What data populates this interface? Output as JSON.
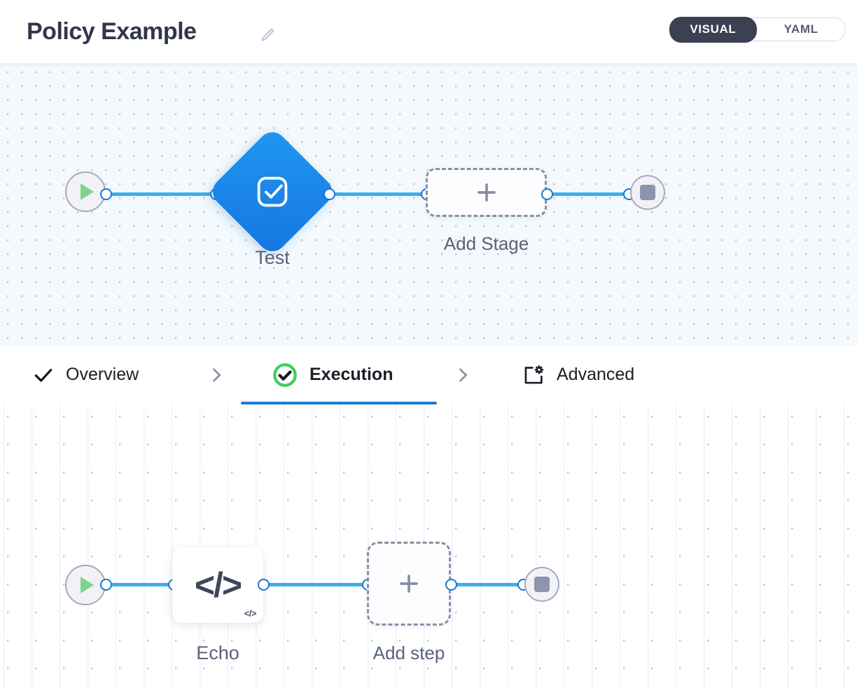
{
  "header": {
    "title": "Policy Example",
    "edit_icon": "pencil-icon",
    "mode_toggle": {
      "options": [
        {
          "label": "VISUAL",
          "active": true
        },
        {
          "label": "YAML",
          "active": false
        }
      ],
      "active_bg": "#3b4052",
      "active_text": "#ffffff"
    }
  },
  "stage_canvas": {
    "background": "#f3f9fc",
    "nodes": [
      {
        "name": "start",
        "type": "terminal-start",
        "icon": "play-icon",
        "label": ""
      },
      {
        "name": "Test",
        "type": "stage-diamond",
        "icon": "check-diamond-icon",
        "label": "Test",
        "color": "#1684e8"
      },
      {
        "name": "add-stage",
        "type": "add-placeholder",
        "icon": "plus-icon",
        "label": "Add Stage"
      },
      {
        "name": "end",
        "type": "terminal-end",
        "icon": "stop-icon",
        "label": ""
      }
    ],
    "edge_color": "#3aafec",
    "port_color": "#1878d4"
  },
  "tabs": [
    {
      "label": "Overview",
      "icon": "check-icon",
      "active": false,
      "status": "complete"
    },
    {
      "label": "Execution",
      "icon": "check-circle-icon",
      "active": true,
      "status": "complete",
      "status_color": "#3ecf62"
    },
    {
      "label": "Advanced",
      "icon": "settings-card-icon",
      "active": false,
      "status": "none"
    }
  ],
  "tab_separator_icon": "chevron-right-icon",
  "step_canvas": {
    "background": "#ffffff",
    "nodes": [
      {
        "name": "start",
        "type": "terminal-start",
        "icon": "play-icon",
        "label": ""
      },
      {
        "name": "Echo",
        "type": "step-card",
        "icon": "code-icon",
        "badge": "</>",
        "glyph": "</>",
        "label": "Echo"
      },
      {
        "name": "add-step",
        "type": "add-placeholder",
        "icon": "plus-icon",
        "label": "Add step"
      },
      {
        "name": "end",
        "type": "terminal-end",
        "icon": "stop-icon",
        "label": ""
      }
    ],
    "edge_color": "#3aafec",
    "port_color": "#1878d4"
  }
}
